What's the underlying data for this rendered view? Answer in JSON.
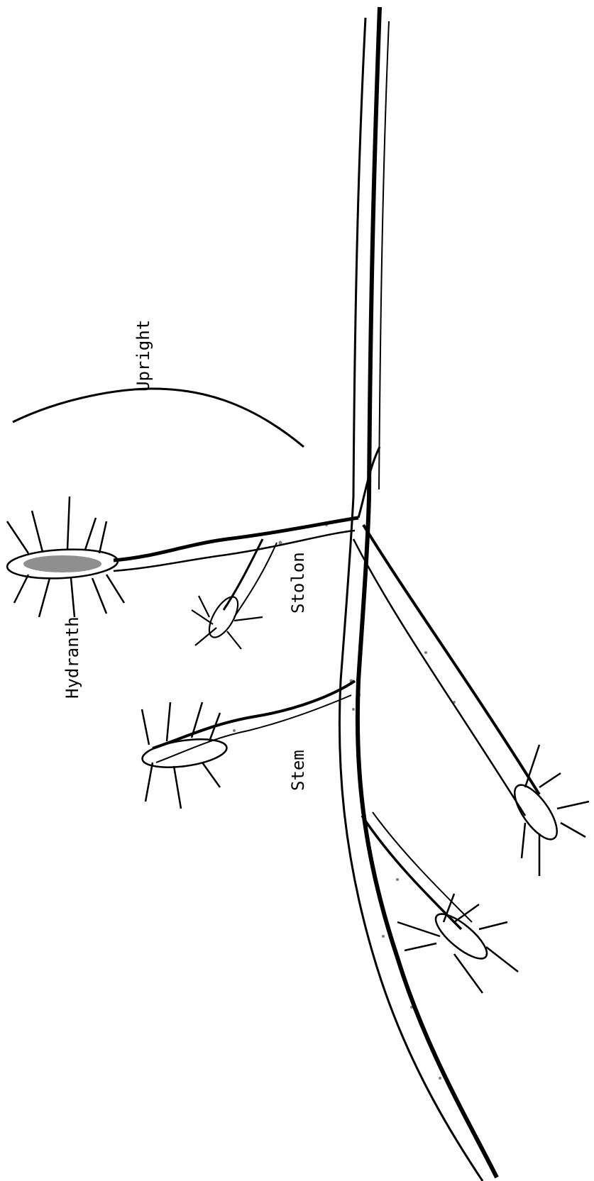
{
  "labels": {
    "upright": "Upright",
    "stolon": "Stolon",
    "hydranth": "Hydranth",
    "stem": "Stem"
  },
  "colors": {
    "ink": "#000000",
    "background": "#ffffff"
  }
}
